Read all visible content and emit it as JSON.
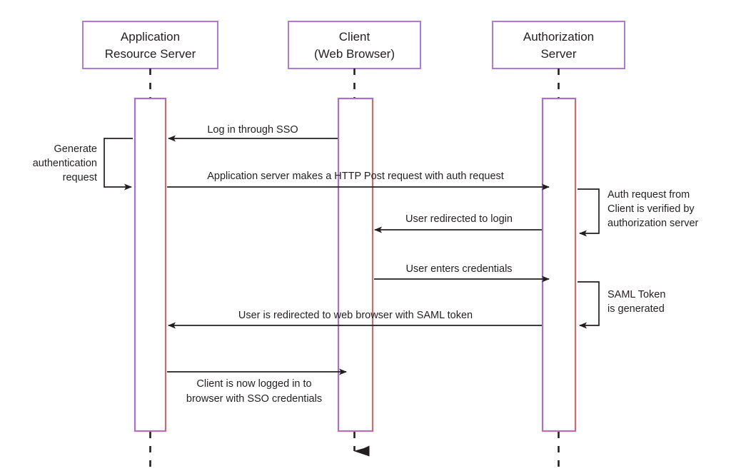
{
  "diagram": {
    "title": "SSO SAML authentication sequence diagram",
    "type": "sequence-diagram",
    "colors": {
      "header_box_border": "#b07ad0",
      "activation_left_border": "#a96fd4",
      "activation_right_border": "#cc6b6b",
      "lifeline_dash": "#231f20",
      "arrow": "#231f20",
      "text": "#231f20",
      "background": "#ffffff"
    },
    "participants": [
      {
        "id": "app",
        "line1": "Application",
        "line2": "Resource Server"
      },
      {
        "id": "client",
        "line1": "Client",
        "line2": "(Web Browser)"
      },
      {
        "id": "auth",
        "line1": "Authorization",
        "line2": "Server"
      }
    ],
    "messages": [
      {
        "id": "m1",
        "label": "Log in through SSO",
        "from": "client",
        "to": "app",
        "direction": "left"
      },
      {
        "id": "m2",
        "label": "Application server makes a HTTP Post request with auth request",
        "from": "app",
        "to": "auth",
        "direction": "right"
      },
      {
        "id": "m3",
        "label": "User redirected to login",
        "from": "auth",
        "to": "client",
        "direction": "left"
      },
      {
        "id": "m4",
        "label": "User enters credentials",
        "from": "client",
        "to": "auth",
        "direction": "right"
      },
      {
        "id": "m5",
        "label": "User is redirected to web browser with SAML token",
        "from": "auth",
        "to": "app",
        "direction": "left"
      },
      {
        "id": "m6",
        "label_line1": "Client is now logged in to",
        "label_line2": "browser with SSO credentials",
        "from": "app",
        "to": "client",
        "direction": "right"
      }
    ],
    "self_messages": [
      {
        "id": "s1",
        "owner": "app",
        "side": "left",
        "label_line1": "Generate",
        "label_line2": "authentication",
        "label_line3": "request"
      },
      {
        "id": "s2",
        "owner": "auth",
        "side": "right",
        "label_line1": "Auth request from",
        "label_line2": "Client is verified by",
        "label_line3": "authorization server"
      },
      {
        "id": "s3",
        "owner": "auth",
        "side": "right",
        "label_line1": "SAML Token",
        "label_line2": "is generated",
        "label_line3": ""
      }
    ],
    "terminator": {
      "owner": "client",
      "icon": "down-arrow-terminator"
    }
  }
}
